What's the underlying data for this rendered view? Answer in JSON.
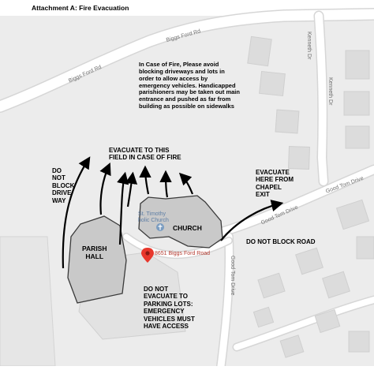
{
  "header": {
    "title": "Attachment A: Fire Evacuation"
  },
  "notes": {
    "in_case_of_fire": "In Case of Fire, Please avoid\nblocking driveways and lots in\norder to allow access by\nemergency vehicles.  Handicapped\nparishioners may be taken out main\nentrance and pushed as far from\nbuilding as possible on sidewalks",
    "evacuate_field": "EVACUATE TO THIS\nFIELD IN CASE OF FIRE",
    "do_not_block_drive_way": "DO\nNOT\nBLOCK\nDRIVE\nWAY",
    "evacuate_chapel": "EVACUATE\nHERE FROM\nCHAPEL\nEXIT",
    "do_not_block_road": "DO NOT BLOCK ROAD",
    "do_not_evacuate_parking": "DO NOT\nEVACUATE TO\nPARKING LOTS:\nEMERGENCY\nVEHICLES MUST\nHAVE ACCESS"
  },
  "buildings": {
    "church": "CHURCH",
    "parish_hall": "PARISH\nHALL"
  },
  "map": {
    "roads": {
      "biggs_ford_rd_top": "Biggs Ford Rd",
      "biggs_ford_rd_left": "Biggs Ford Rd",
      "kenneth_dr_top": "Kenneth Dr",
      "kenneth_dr_mid": "Kenneth Dr",
      "good_tom_drive_right": "Good Tom Drive",
      "good_tom_drive_mid": "Good Tom Drive",
      "good_tom_drive_vertical": "Good Tom Drive"
    },
    "poi_name": "St. Timothy\nholic Church",
    "address": "8651 Biggs Ford Road",
    "colors": {
      "road": "#ffffff",
      "road_edge": "#d6d6d6",
      "land": "#ececec",
      "building": "#c9c9c9",
      "building_edge": "#3a3a3a",
      "lot": "#e2e2e2",
      "pin": "#e8372c",
      "poi": "#7a9cc0"
    }
  }
}
